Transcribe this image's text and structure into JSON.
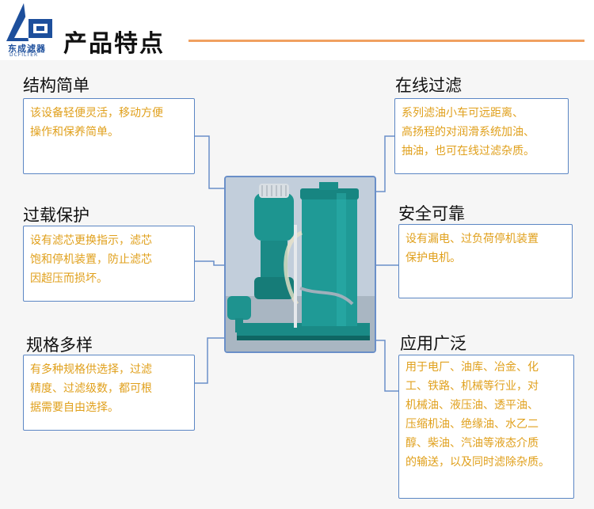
{
  "header": {
    "logo_text": "东成滤器",
    "logo_sub": "DCFILTER",
    "title": "产品特点"
  },
  "features": {
    "structure": {
      "title": "结构简单",
      "lines": [
        "该设备轻便灵活，移动方便",
        "操作和保养简单。"
      ]
    },
    "online": {
      "title": "在线过滤",
      "lines": [
        "系列滤油小车可远距离、",
        "高扬程的对润滑系统加油、",
        "抽油，也可在线过滤杂质。"
      ]
    },
    "overload": {
      "title": "过载保护",
      "lines": [
        "设有滤芯更换指示，滤芯",
        "饱和停机装置，防止滤芯",
        "因超压而损坏。"
      ]
    },
    "safety": {
      "title": "安全可靠",
      "lines": [
        "设有漏电、过负荷停机装置",
        "保护电机。"
      ]
    },
    "specs": {
      "title": "规格多样",
      "lines": [
        "有多种规格供选择，过滤",
        "精度、过滤级数，都可根",
        "据需要自由选择。"
      ]
    },
    "application": {
      "title": "应用广泛",
      "lines": [
        "用于电厂、油库、冶金、化",
        "工、铁路、机械等行业，对",
        "机械油、液压油、透平油、",
        "压缩机油、绝缘油、水乙二",
        "醇、柴油、汽油等液态介质",
        "的输送，以及同时滤除杂质。"
      ]
    }
  },
  "colors": {
    "text_accent": "#e0a01c",
    "border": "#5b86c4",
    "header_line": "#f0a060",
    "logo": "#1d4f9c"
  }
}
